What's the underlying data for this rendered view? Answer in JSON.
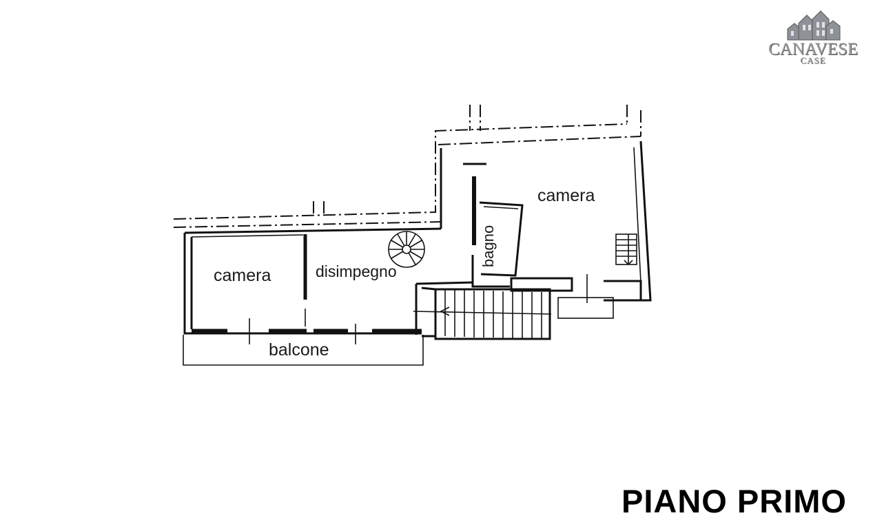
{
  "logo": {
    "name": "CANAVESE",
    "sub": "CASE"
  },
  "rooms": {
    "camera_left": "camera",
    "disimpegno": "disimpegno",
    "bagno": "bagno",
    "camera_right": "camera",
    "balcone": "balcone"
  },
  "floor_title": "PIANO PRIMO"
}
